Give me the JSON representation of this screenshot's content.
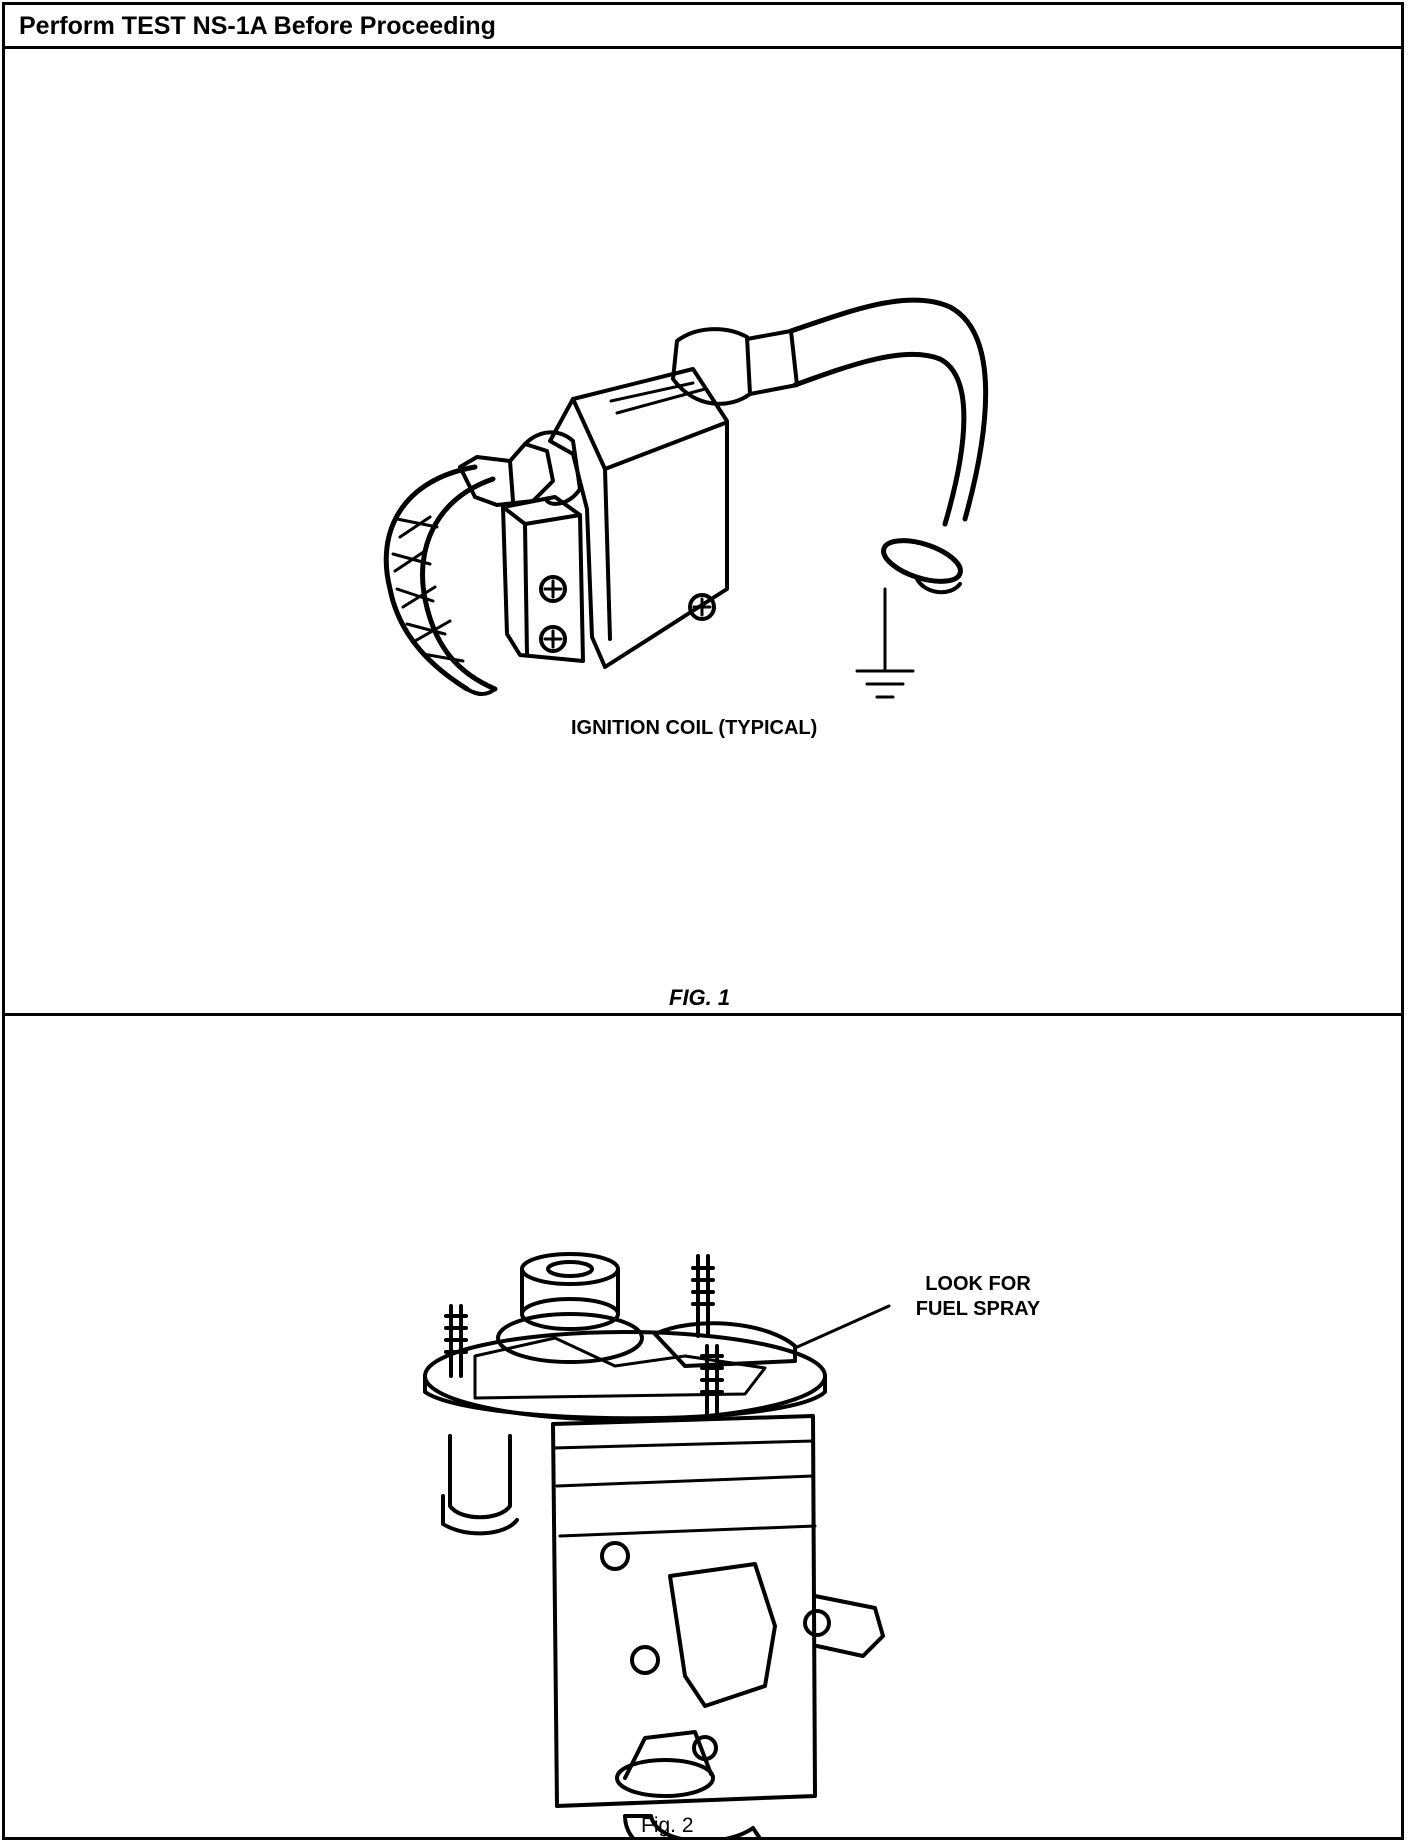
{
  "header": {
    "title": "Perform TEST NS-1A Before Proceeding"
  },
  "figure1": {
    "component_label": "IGNITION COIL (TYPICAL)",
    "figure_label": "FIG. 1"
  },
  "figure2": {
    "callout_line1": "LOOK FOR",
    "callout_line2": "FUEL SPRAY",
    "figure_label": "Fig. 2"
  }
}
